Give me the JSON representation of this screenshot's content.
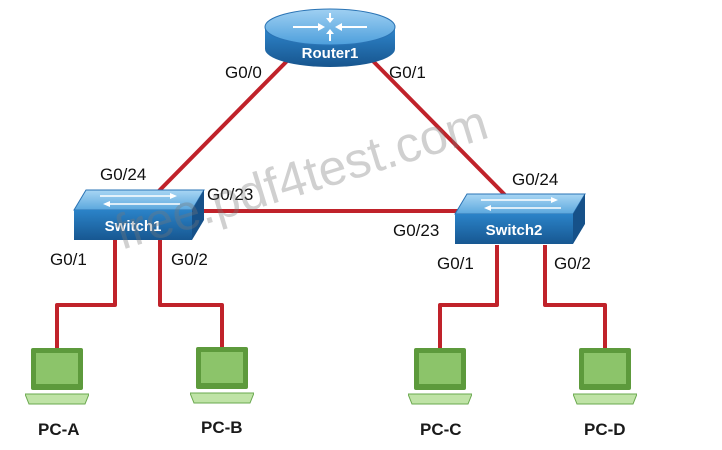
{
  "colors": {
    "link": "#c0222a",
    "device_blue": "#2a7fc4",
    "device_blue_dark": "#1b5f9c",
    "pc_green": "#6aa84f"
  },
  "devices": {
    "router": {
      "name": "Router1",
      "icon": "router-icon"
    },
    "switch1": {
      "name": "Switch1",
      "icon": "switch-icon"
    },
    "switch2": {
      "name": "Switch2",
      "icon": "switch-icon"
    },
    "pcs": [
      {
        "name": "PC-A",
        "icon": "laptop-icon"
      },
      {
        "name": "PC-B",
        "icon": "laptop-icon"
      },
      {
        "name": "PC-C",
        "icon": "laptop-icon"
      },
      {
        "name": "PC-D",
        "icon": "laptop-icon"
      }
    ]
  },
  "ports": {
    "router_left": "G0/0",
    "router_right": "G0/1",
    "sw1_up": "G0/24",
    "sw1_cross": "G0/23",
    "sw1_pca": "G0/1",
    "sw1_pcb": "G0/2",
    "sw2_up": "G0/24",
    "sw2_cross": "G0/23",
    "sw2_pcc": "G0/1",
    "sw2_pcd": "G0/2"
  },
  "watermark": "free.pdf4test.com"
}
